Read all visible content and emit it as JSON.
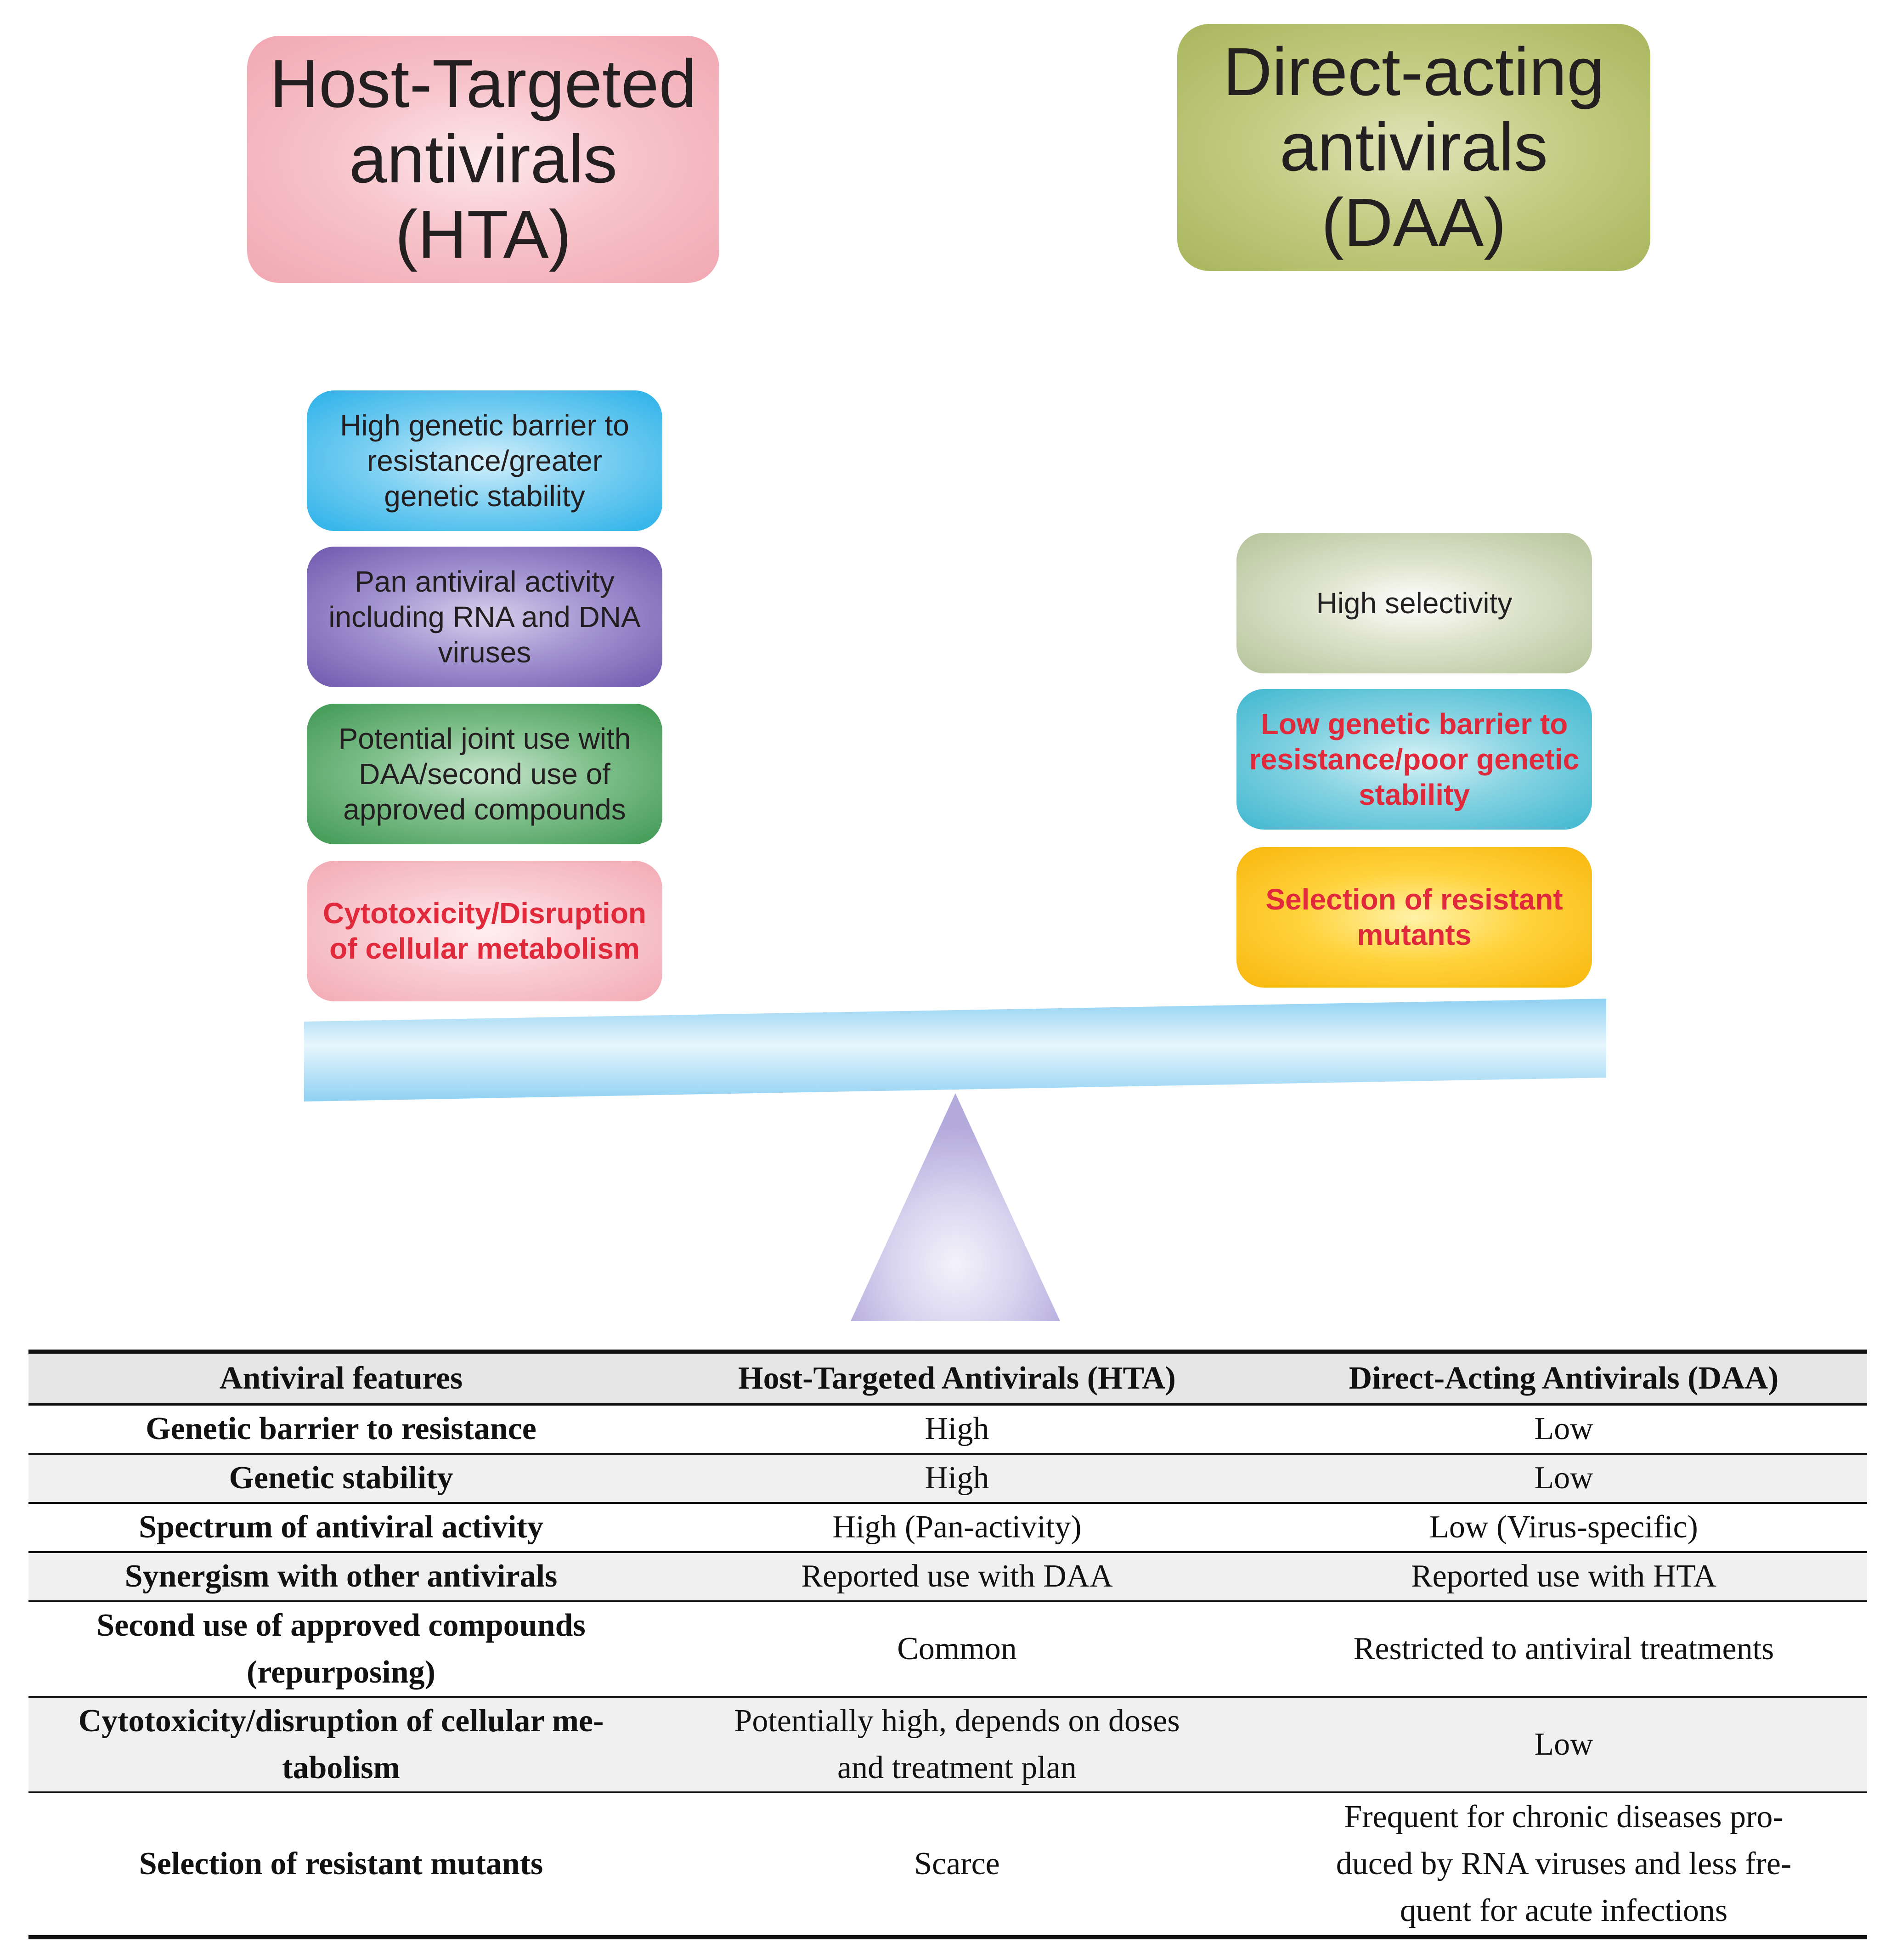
{
  "hta_title": "Host-Targeted\nantivirals\n(HTA)",
  "daa_title": "Direct-acting\nantivirals\n(DAA)",
  "hta_features": [
    {
      "text": "High genetic barrier to\nresistance/greater\ngenetic stability",
      "color": "#2ab1e8"
    },
    {
      "text": "Pan antiviral activity\nincluding RNA and DNA\nviruses",
      "color": "#6e58ad"
    },
    {
      "text": "Potential joint use with\nDAA/second use of\napproved compounds",
      "color": "#3f9853"
    },
    {
      "text": "Cytotoxicity/Disruption\nof cellular metabolism",
      "color": "#f2aab4"
    }
  ],
  "daa_features": [
    {
      "text": "High selectivity",
      "color": "#b4c39a"
    },
    {
      "text": "Low genetic barrier to\nresistance/poor genetic\nstability",
      "color": "#3fb7cf"
    },
    {
      "text": "Selection of resistant\nmutants",
      "color": "#f8b60d"
    }
  ],
  "negative_text_color": "#e02a3c",
  "beam_color": "#9fd8f5",
  "fulcrum_color": "#c7c0e6",
  "table": {
    "headers": [
      "Antiviral features",
      "Host-Targeted Antivirals (HTA)",
      "Direct-Acting Antivirals (DAA)"
    ],
    "rows": [
      [
        "Genetic barrier to resistance",
        "High",
        "Low"
      ],
      [
        "Genetic stability",
        "High",
        "Low"
      ],
      [
        "Spectrum of antiviral activity",
        "High (Pan-activity)",
        "Low (Virus-specific)"
      ],
      [
        "Synergism with other antivirals",
        "Reported use with DAA",
        "Reported use with HTA"
      ],
      [
        "Second use of approved compounds\n(repurposing)",
        "Common",
        "Restricted to antiviral treatments"
      ],
      [
        "Cytotoxicity/disruption of cellular me-\ntabolism",
        "Potentially high, depends on doses\nand treatment plan",
        "Low"
      ],
      [
        "Selection of resistant mutants",
        "Scarce",
        "Frequent for chronic diseases pro-\nduced by RNA viruses and less fre-\nquent for acute infections"
      ]
    ]
  }
}
